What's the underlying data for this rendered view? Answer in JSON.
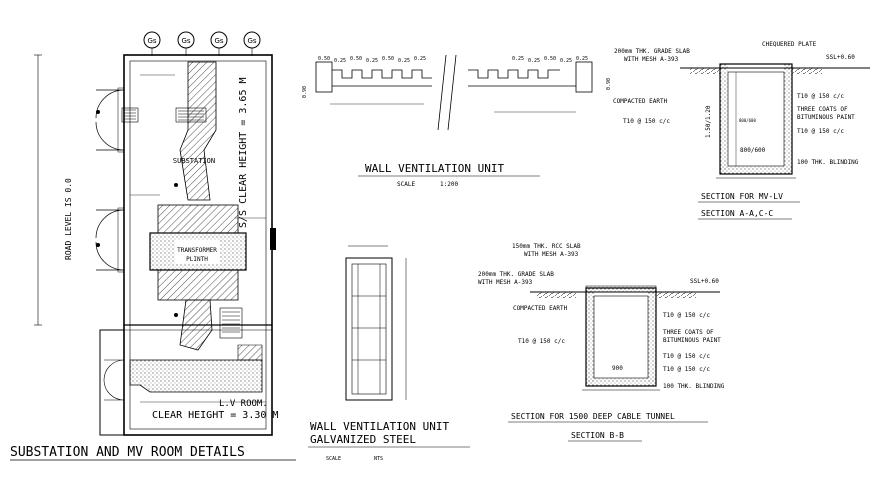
{
  "plan": {
    "col_tags": [
      "Gs",
      "Gs",
      "Gs",
      "Gs"
    ],
    "title": "SUBSTATION AND MV ROOM DETAILS",
    "road_level": "ROAD LEVEL IS 0.0",
    "room_substation": "SUBSTATION",
    "clear_height_1": "S/S CLEAR HEIGHT = 3.65 M",
    "transformer": "TRANSFORMER",
    "plinth": "PLINTH",
    "lv_room": "L.V ROOM.",
    "clear_height_2": "CLEAR HEIGHT = 3.30 M"
  },
  "ventilation_unit": {
    "title": "WALL VENTILATION UNIT",
    "scale_label": "SCALE",
    "scale_value": "1:200",
    "dims_left": [
      "0.50",
      "0.25",
      "0.50",
      "0.25",
      "0.50",
      "0.25",
      "0.25"
    ],
    "dims_right": [
      "0.25",
      "0.25",
      "0.50",
      "0.25",
      "0.25"
    ],
    "height_left": "0.90",
    "height_right": "0.90"
  },
  "ventilation_galvanized": {
    "title_line1": "WALL VENTILATION UNIT",
    "title_line2": "GALVANIZED STEEL",
    "scale_label": "SCALE",
    "scale_value": "NTS"
  },
  "section_ac": {
    "grade_slab_1": "200mm THK. GRADE SLAB",
    "grade_slab_2": "WITH MESH A-393",
    "chequered_plate": "CHEQUERED PLATE",
    "ssl": "SSL+0.60",
    "compacted_earth": "COMPACTED EARTH",
    "three_coats_1": "THREE COATS OF",
    "three_coats_2": "BITUMINOUS PAINT",
    "t10_a": "T10 @ 150 c/c",
    "t10_b": "T10 @ 150 c/c",
    "t10_c": "T10 @ 150 c/c",
    "depth": "1.50/1.20",
    "width": "800/600",
    "blinding": "100 THK. BLINDING",
    "title_1": "SECTION FOR MV-LV",
    "title_2": "SECTION A-A,C-C"
  },
  "section_bb": {
    "rcc_slab_1": "150mm THK. RCC SLAB",
    "rcc_slab_2": "WITH MESH A-393",
    "grade_slab_1": "200mm THK. GRADE SLAB",
    "grade_slab_2": "WITH MESH A-393",
    "ssl": "SSL+0.60",
    "compacted_earth": "COMPACTED EARTH",
    "t10_a": "T10 @ 150 c/c",
    "t10_b": "T10 @ 150 c/c",
    "t10_c": "T10 @ 150 c/c",
    "t10_d": "T10 @ 150 c/c",
    "three_coats_1": "THREE COATS OF",
    "three_coats_2": "BITUMINOUS PAINT",
    "width": "900",
    "blinding": "100 THK. BLINDING",
    "title_1": "SECTION FOR 1500 DEEP CABLE TUNNEL",
    "title_2": "SECTION B-B"
  }
}
